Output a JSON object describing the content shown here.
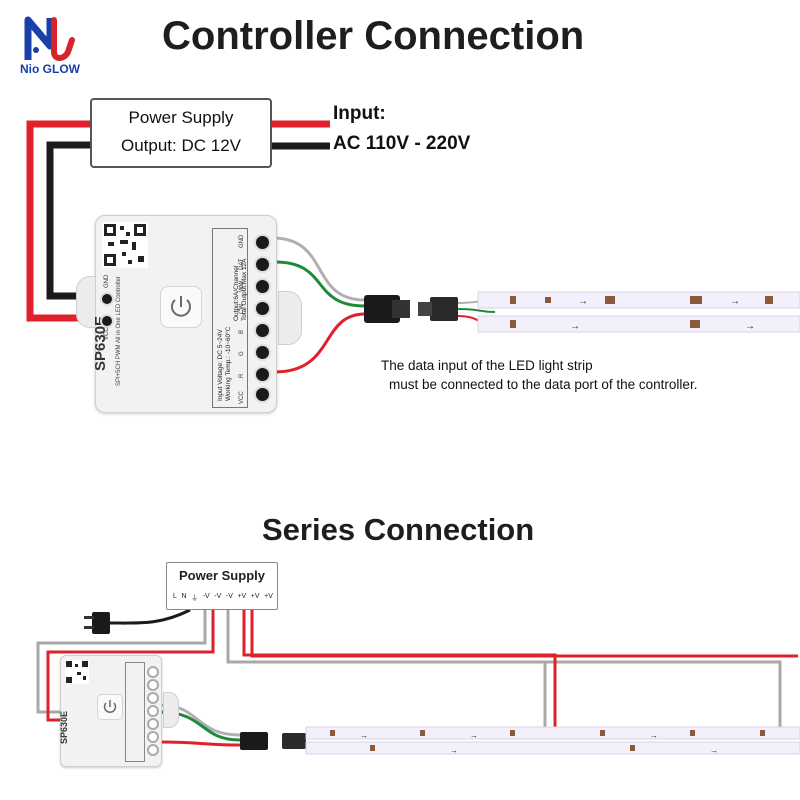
{
  "brand": {
    "name": "Nio GLOW",
    "accent": "#1a3fa8",
    "accent2": "#d8232a"
  },
  "titles": {
    "controller": "Controller  Connection",
    "series": "Series Connection"
  },
  "power_supply_top": {
    "label": "Power Supply",
    "output": "Output: DC 12V"
  },
  "input": {
    "label": "Input:",
    "value": "AC 110V - 220V"
  },
  "controller": {
    "model": "SP630E",
    "subtitle": "SPI+5CH PWM All in One LED Controller",
    "spec_line1": "Input Voltage: DC 5~24V",
    "spec_line2": "Working Temp.: -10~60°C",
    "spec_line3": "Output:6A/Channel",
    "spec_line4": "Total Output:Max 12A",
    "port_labels": [
      "VCC",
      "R",
      "G",
      "B",
      "CW",
      "WW",
      "DAT",
      "GND"
    ],
    "left_labels": [
      "GND",
      "VCC"
    ]
  },
  "note": {
    "line1": "The data input of the LED light strip",
    "line2": "must be connected to the data port of the controller."
  },
  "power_supply_bottom": {
    "label": "Power Supply",
    "terminals": [
      "L",
      "N",
      "⏚",
      "-V",
      "-V",
      "-V",
      "+V",
      "+V",
      "+V"
    ]
  },
  "colors": {
    "wire_red": "#e0202a",
    "wire_black": "#1a1a1a",
    "wire_green": "#1f8a3a",
    "wire_gray": "#a8a8a8",
    "strip": "#f4f0fb"
  }
}
